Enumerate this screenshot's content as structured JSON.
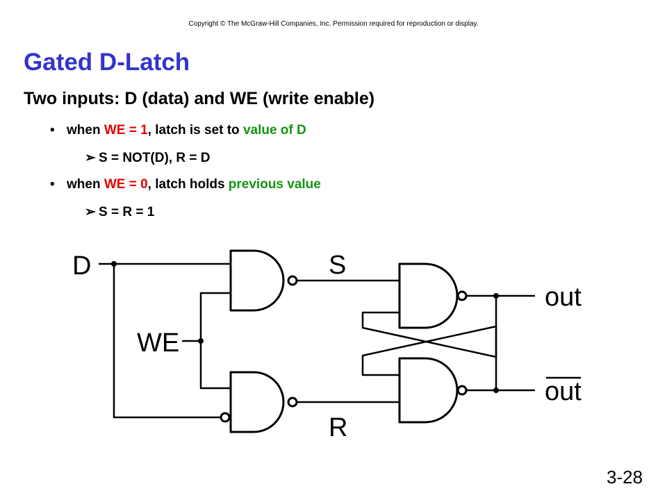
{
  "copyright": "Copyright © The McGraw-Hill Companies, Inc.  Permission required for reproduction or display.",
  "title": "Gated D-Latch",
  "heading": "Two inputs: D (data) and WE (write enable)",
  "bullets": [
    {
      "prefix": "when ",
      "cond": "WE = 1",
      "middle": ", latch is set to ",
      "result": "value of D",
      "sub": "S = NOT(D), R = D"
    },
    {
      "prefix": "when ",
      "cond": "WE = 0",
      "middle": ", latch holds ",
      "result": "previous value",
      "sub": "S = R = 1"
    }
  ],
  "circuit": {
    "label_d": "D",
    "label_we": "WE",
    "label_s": "S",
    "label_r": "R",
    "label_out": "out",
    "label_out_bar": "out"
  },
  "page_number": "3-28",
  "colors": {
    "title": "#3333cc",
    "condition": "#e60000",
    "result": "#149414"
  }
}
